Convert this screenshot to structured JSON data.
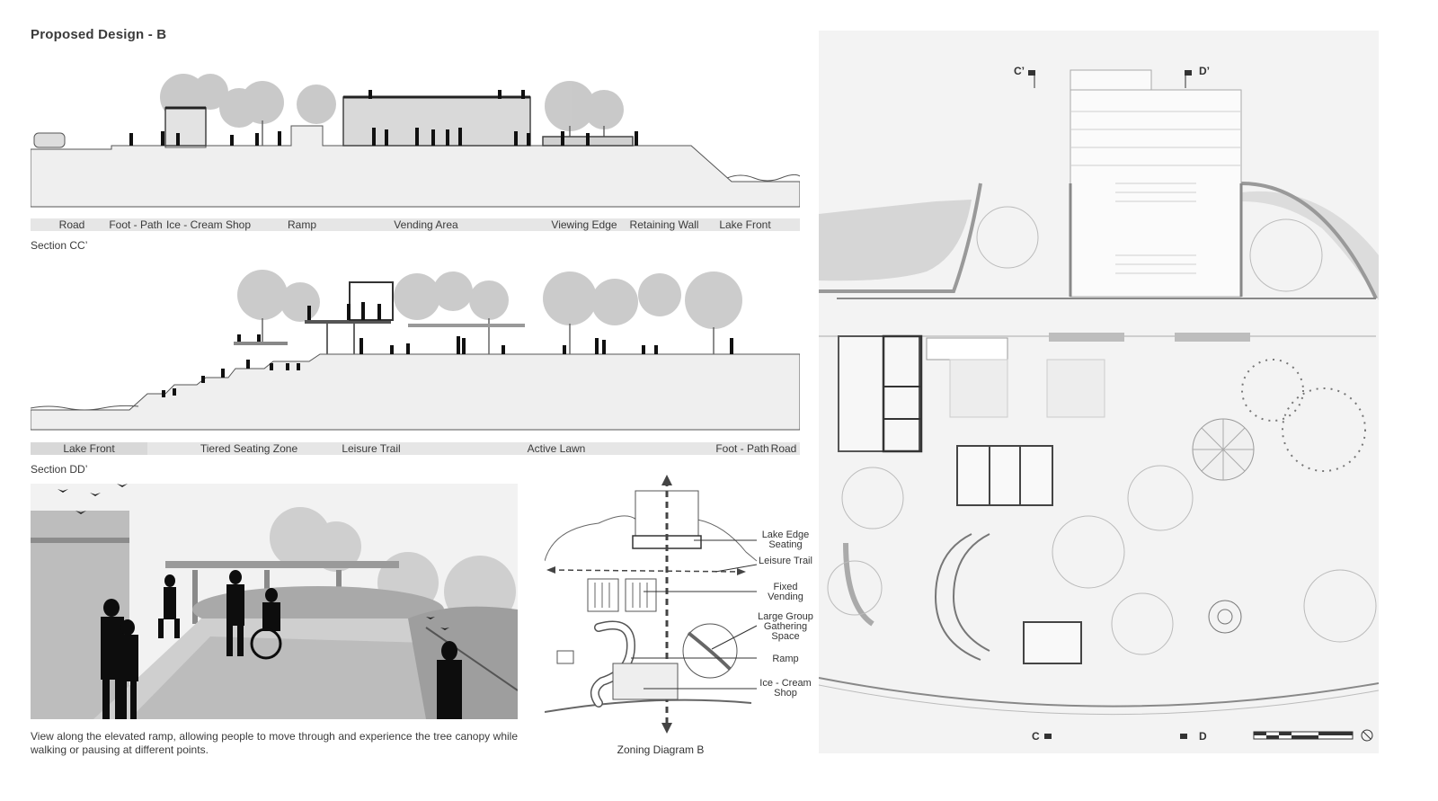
{
  "title": "Proposed Design - B",
  "section_cc": {
    "label": "Section CC’",
    "zones": [
      "Road",
      "Foot - Path",
      "Ice - Cream Shop",
      "Ramp",
      "Vending Area",
      "Viewing Edge",
      "Retaining Wall",
      "Lake Front"
    ]
  },
  "section_dd": {
    "label": "Section DD’",
    "zones": [
      "Lake Front",
      "Tiered Seating Zone",
      "Leisure Trail",
      "Active Lawn",
      "Foot - Path",
      "Road"
    ]
  },
  "perspective": {
    "caption": "View along the elevated ramp, allowing people to move through and experience the tree canopy while walking or pausing at different points."
  },
  "zoning": {
    "caption": "Zoning Diagram B",
    "labels": [
      "Lake Edge Seating",
      "Leisure Trail",
      "Fixed Vending",
      "Large Group Gathering Space",
      "Ramp",
      "Ice - Cream Shop"
    ]
  },
  "plan": {
    "markers": {
      "c_top": "C’",
      "d_top": "D’",
      "c_bottom": "C",
      "d_bottom": "D"
    }
  },
  "colors": {
    "strip": "#e6e6e6",
    "ground": "#f0f0f0",
    "tree": "#bcbcbc",
    "silhouette": "#111111",
    "plan_bg": "#f3f3f3"
  }
}
